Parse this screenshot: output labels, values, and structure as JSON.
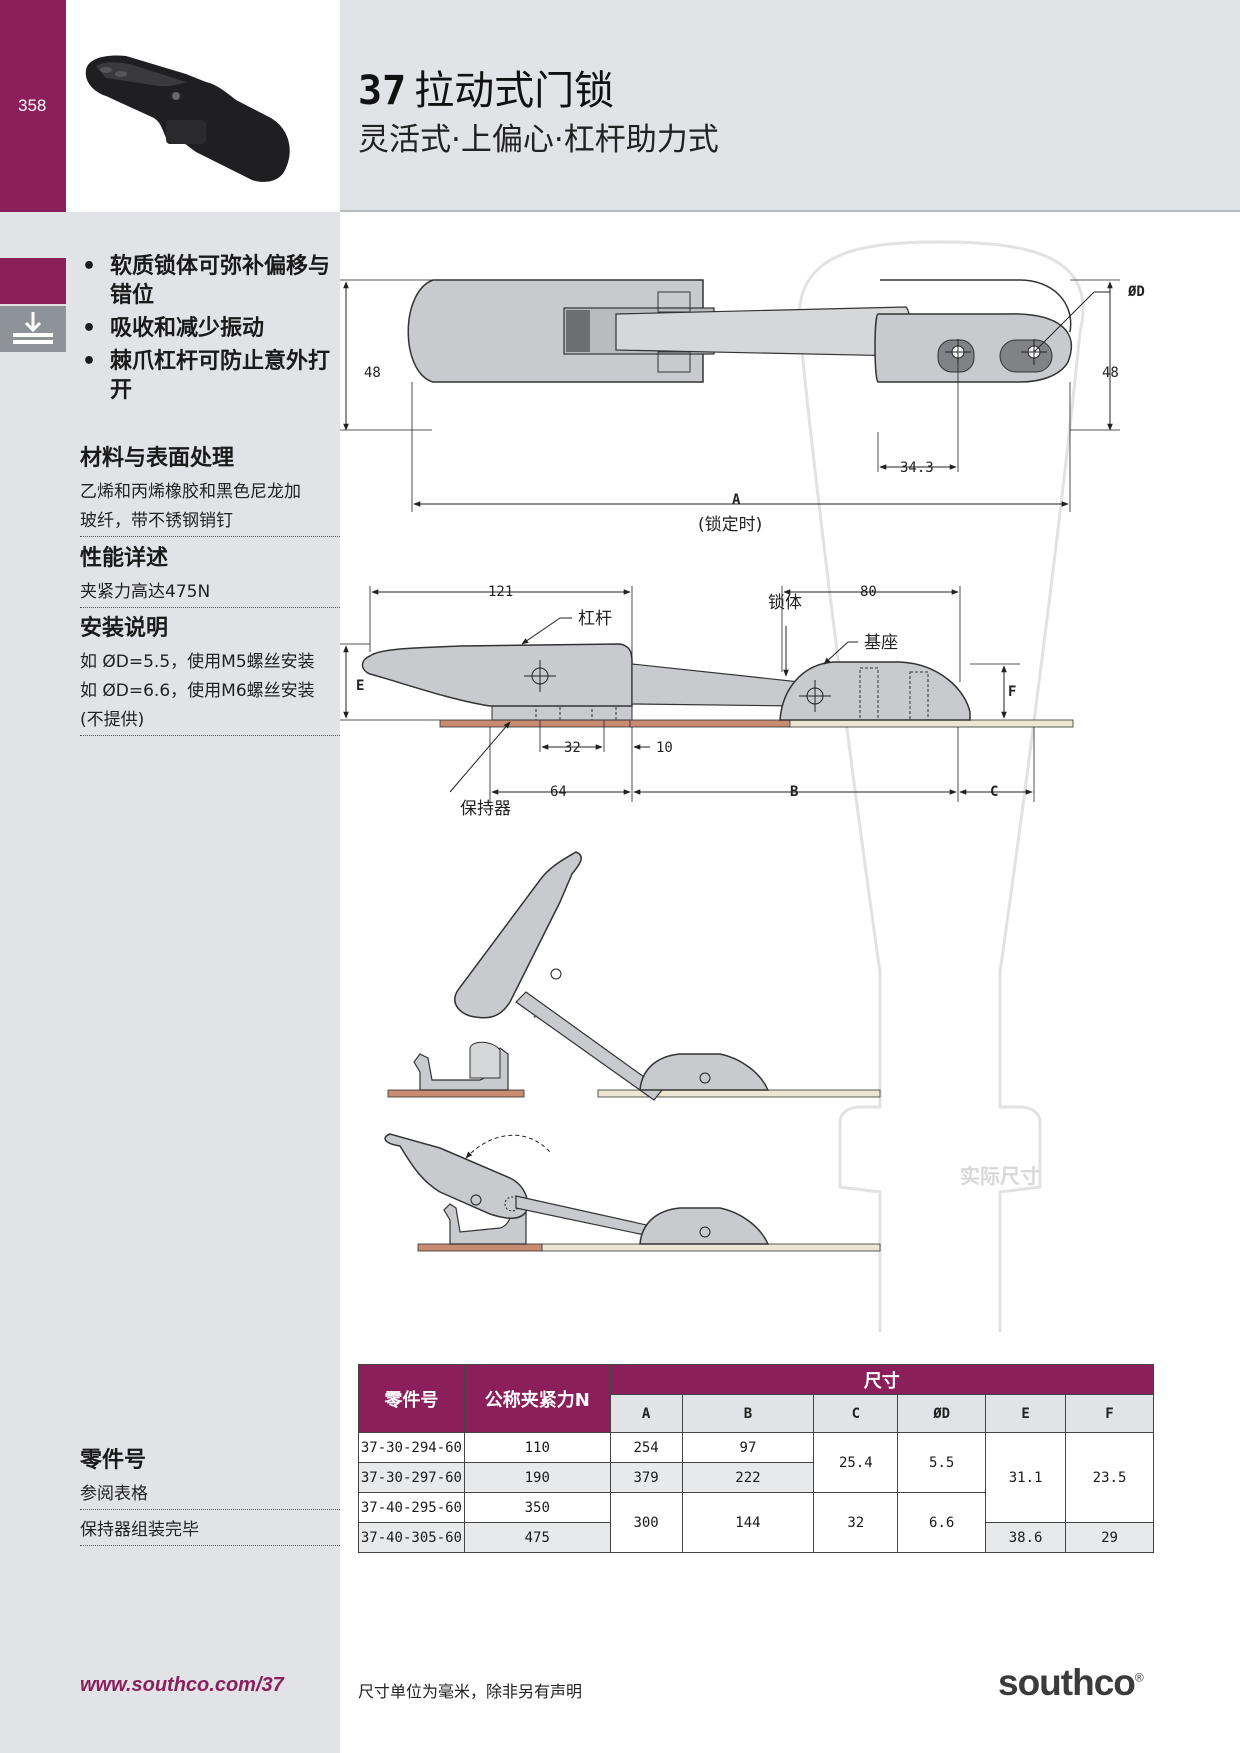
{
  "page_number": "358",
  "title": {
    "number": "37",
    "name": "拉动式门锁",
    "subtitle": "灵活式·上偏心·杠杆助力式"
  },
  "features": [
    "软质锁体可弥补偏移与错位",
    "吸收和减少振动",
    "棘爪杠杆可防止意外打开"
  ],
  "material": {
    "title": "材料与表面处理",
    "text": [
      "乙烯和丙烯橡胶和黑色尼龙加",
      "玻纤，带不锈钢销钉"
    ]
  },
  "performance": {
    "title": "性能详述",
    "text": [
      "夹紧力高达475N"
    ]
  },
  "installation": {
    "title": "安装说明",
    "text": [
      "如 ØD=5.5，使用M5螺丝安装",
      "如 ØD=6.6，使用M6螺丝安装",
      "(不提供)"
    ]
  },
  "part_number": {
    "title": "零件号",
    "items": [
      "参阅表格",
      "保持器组装完毕"
    ]
  },
  "drawing": {
    "top_view": {
      "dim_height_left": "48",
      "dim_height_right": "48",
      "dim_diameter": "ØD",
      "dim_hole": "34.3",
      "dim_length": "A",
      "dim_length_note": "(锁定时)"
    },
    "side_view": {
      "dim_121": "121",
      "dim_80": "80",
      "label_lever": "杠杆",
      "label_body": "锁体",
      "label_base": "基座",
      "label_retainer": "保持器",
      "dim_e": "E",
      "dim_f": "F",
      "dim_32": "32",
      "dim_10": "10",
      "dim_64": "64",
      "dim_b": "B",
      "dim_c": "C"
    }
  },
  "actual_size_label": "实际尺寸",
  "table": {
    "headers": {
      "part": "零件号",
      "force": "公称夹紧力N",
      "dims": "尺寸",
      "a": "A",
      "b": "B",
      "c": "C",
      "d": "ØD",
      "e": "E",
      "f": "F"
    },
    "rows": [
      {
        "part": "37-30-294-60",
        "force": "110",
        "a": "254",
        "b": "97"
      },
      {
        "part": "37-30-297-60",
        "force": "190",
        "a": "379",
        "b": "222"
      },
      {
        "part": "37-40-295-60",
        "force": "350"
      },
      {
        "part": "37-40-305-60",
        "force": "475"
      }
    ],
    "merged": {
      "c_1": "25.4",
      "d_1": "5.5",
      "e_1": "31.1",
      "f_1": "23.5",
      "a_2": "300",
      "b_2": "144",
      "c_2": "32",
      "d_2": "6.6",
      "e_2": "38.6",
      "f_2": "29"
    }
  },
  "footer": {
    "website": "www.southco.com/37",
    "note": "尺寸单位为毫米，除非另有声明",
    "brand": "southco"
  },
  "colors": {
    "accent": "#8a1f5c",
    "sidebar": "#e1e3e6",
    "part_gray": "#c8cacd",
    "retainer_copper": "#c98a72",
    "plate_cream": "#ece6d2"
  }
}
